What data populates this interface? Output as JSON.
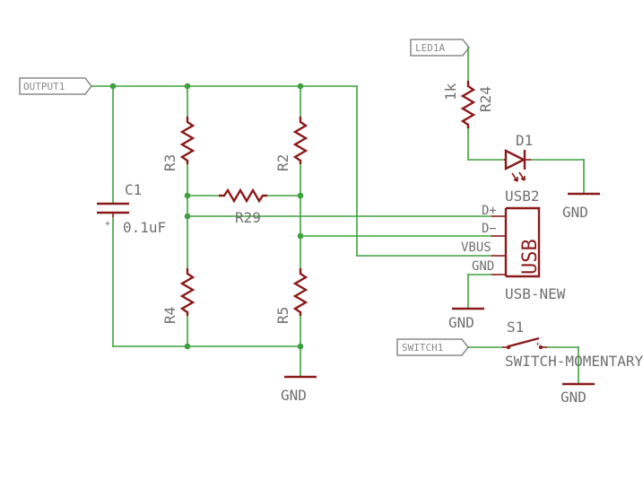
{
  "labels": {
    "output1": "OUTPUT1",
    "led1a": "LED1A",
    "switch1": "SWITCH1"
  },
  "components": {
    "c1": {
      "name": "C1",
      "value": "0.1uF"
    },
    "r3": {
      "name": "R3"
    },
    "r2": {
      "name": "R2"
    },
    "r29": {
      "name": "R29"
    },
    "r4": {
      "name": "R4"
    },
    "r5": {
      "name": "R5"
    },
    "r24": {
      "name": "R24",
      "value": "1k"
    },
    "d1": {
      "name": "D1"
    },
    "usb2": {
      "name": "USB2",
      "value": "USB-NEW",
      "body_text": "USB",
      "pins": {
        "dplus": "D+",
        "dminus": "D−",
        "vbus": "VBUS",
        "gnd": "GND"
      }
    },
    "s1": {
      "name": "S1",
      "value": "SWITCH-MOMENTARY"
    }
  },
  "ground": "GND"
}
